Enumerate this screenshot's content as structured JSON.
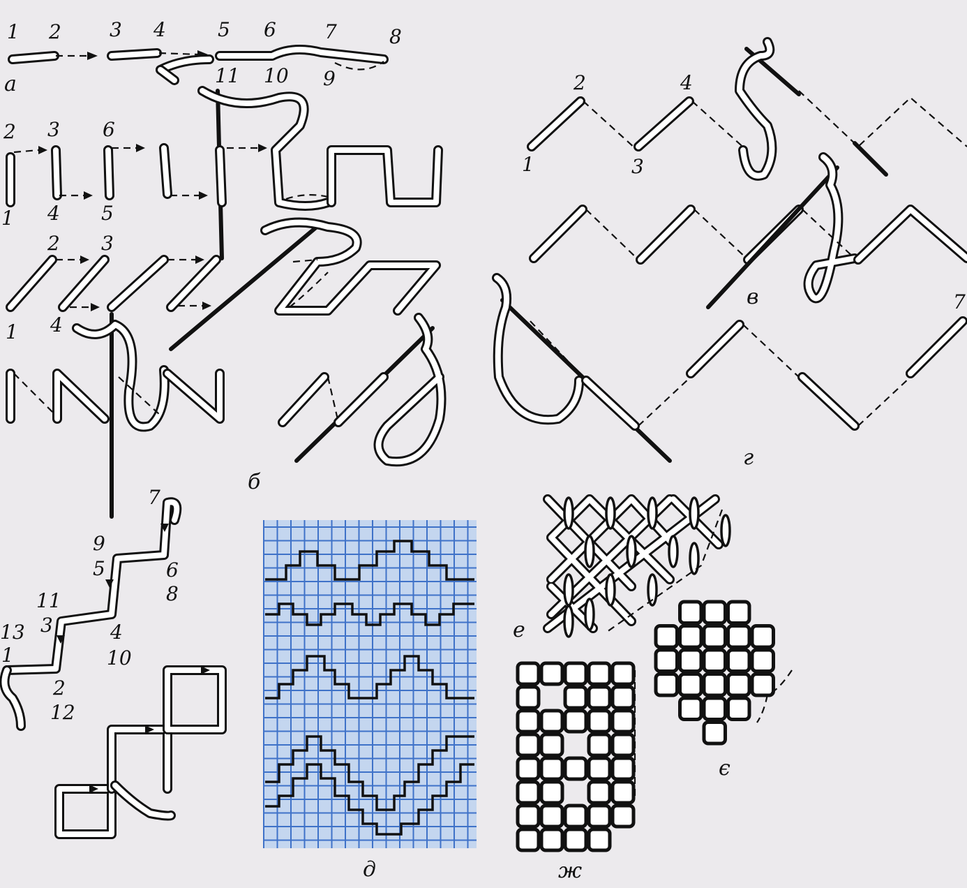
{
  "diagram": {
    "section_labels": {
      "a": "а",
      "b": "б",
      "v": "в",
      "g": "г",
      "d": "д",
      "e": "е",
      "ye": "є",
      "zh": "ж"
    },
    "row_a_numbers": [
      "1",
      "2",
      "3",
      "4",
      "5",
      "6",
      "7",
      "8",
      "9",
      "10",
      "11"
    ],
    "row_b1_numbers": [
      "2",
      "3",
      "6",
      "1",
      "4",
      "5"
    ],
    "row_b2_numbers": [
      "2",
      "3",
      "1",
      "4"
    ],
    "row_v_numbers": [
      "1",
      "2",
      "3",
      "4"
    ],
    "row_g_numbers": [
      "7"
    ],
    "step_numbers": [
      "7",
      "9",
      "5",
      "6",
      "8",
      "11",
      "3",
      "4",
      "10",
      "13",
      "1",
      "2",
      "12"
    ]
  }
}
